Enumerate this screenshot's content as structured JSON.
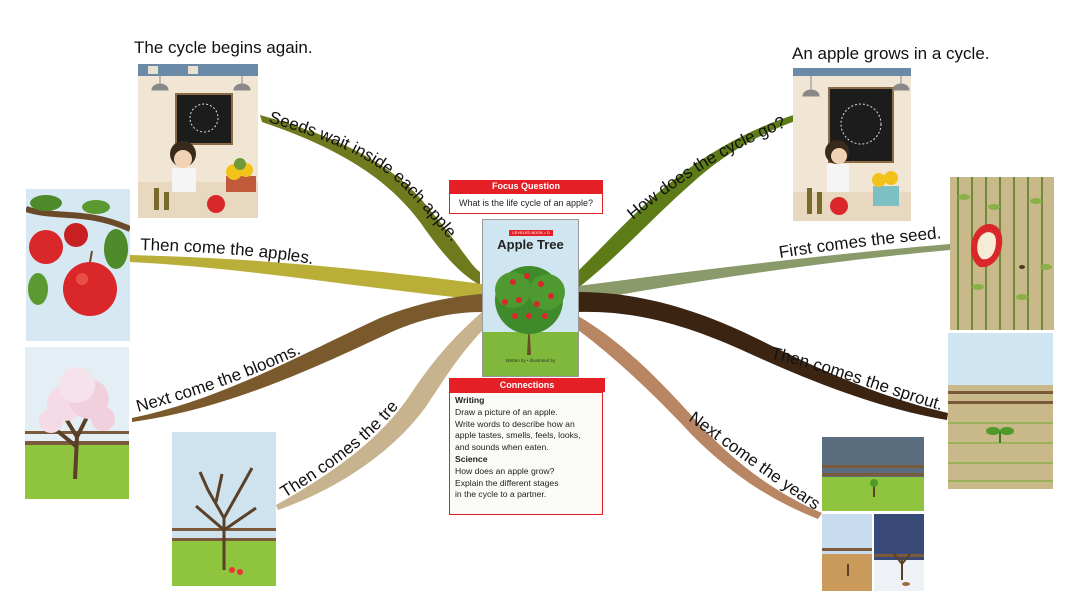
{
  "center": {
    "focus_question_title": "Focus Question",
    "focus_question": "What is the life cycle of an apple?",
    "book_series": "LEVELED BOOK • D",
    "book_title": "Apple Tree",
    "book_author": "Written by • Illustrated by",
    "connections_title": "Connections",
    "writing_heading": "Writing",
    "writing_lines": [
      "Draw a picture of an apple.",
      "Write words to describe how an",
      "apple tastes, smells, feels, looks,",
      "and sounds when eaten."
    ],
    "science_heading": "Science",
    "science_lines": [
      "How does an apple grow?",
      "Explain the different stages",
      "in the cycle to a partner."
    ]
  },
  "captions": {
    "cycle_begins_again": "The cycle begins again.",
    "apple_grows": "An apple grows in a cycle."
  },
  "branches": {
    "seeds_wait": "Seeds wait inside each apple.",
    "then_apples": "Then come the apples.",
    "next_blooms": "Next come the blooms.",
    "then_tree": "Then comes the tree.",
    "how_cycle": "How does the cycle go?",
    "first_seed": "First comes the seed.",
    "then_sprout": "Then comes the sprout.",
    "next_years": "Next come the years."
  },
  "colors": {
    "accent_red": "#e41f26",
    "branch_olive": "#6f7a1e",
    "branch_khaki": "#b9ae37",
    "branch_brown": "#7a5a2c",
    "branch_tan": "#c7b38e",
    "branch_green": "#5d7c18",
    "branch_sage": "#8a9a6a",
    "branch_dark": "#3b2412",
    "branch_copper": "#b98664"
  }
}
